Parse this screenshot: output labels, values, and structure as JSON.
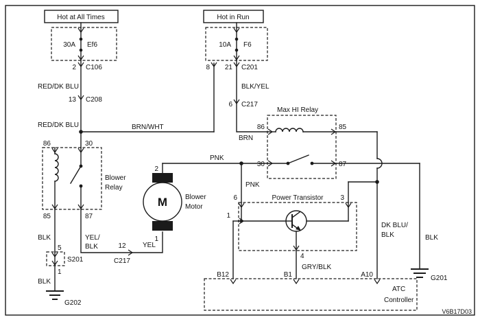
{
  "colors": {
    "line": "#1a1a1a",
    "background": "#ffffff"
  },
  "power": {
    "hot_all_times": "Hot at All Times",
    "hot_in_run": "Hot in Run"
  },
  "fuses": {
    "ef6": {
      "amps": "30A",
      "name": "Ef6"
    },
    "f6": {
      "amps": "10A",
      "name": "F6"
    }
  },
  "connectors": {
    "c106": {
      "pin": "2",
      "name": "C106"
    },
    "c208": {
      "pin": "13",
      "name": "C208"
    },
    "c201": {
      "pin_left": "8",
      "pin_right": "21",
      "name": "C201"
    },
    "c217_upper": {
      "pin": "6",
      "name": "C217"
    },
    "c217_lower": {
      "pin": "12",
      "name": "C217"
    },
    "s201": {
      "pin_top": "5",
      "pin_bottom": "1",
      "name": "S201"
    }
  },
  "wires": {
    "red_dk_blu_upper": "RED/DK BLU",
    "red_dk_blu_lower": "RED/DK BLU",
    "brn_wht": "BRN/WHT",
    "blk_yel": "BLK/YEL",
    "brn": "BRN",
    "pnk_horizontal": "PNK",
    "pnk_vertical": "PNK",
    "yel_blk_line1": "YEL/",
    "yel_blk_line2": "BLK",
    "yel": "YEL",
    "blk_left_upper": "BLK",
    "blk_left_lower": "BLK",
    "gry_blk": "GRY/BLK",
    "dk_blu_blk_line1": "DK BLU/",
    "dk_blu_blk_line2": "BLK",
    "blk_right": "BLK"
  },
  "blower_relay": {
    "title_line1": "Blower",
    "title_line2": "Relay",
    "pin_86": "86",
    "pin_30": "30",
    "pin_85": "85",
    "pin_87": "87"
  },
  "max_hi_relay": {
    "title": "Max HI Relay",
    "pin_86": "86",
    "pin_85": "85",
    "pin_30": "30",
    "pin_87": "87"
  },
  "blower_motor": {
    "symbol": "M",
    "title_line1": "Blower",
    "title_line2": "Motor",
    "pin_2": "2",
    "pin_1": "1"
  },
  "power_transistor": {
    "title": "Power Transistor",
    "pin_6": "6",
    "pin_3": "3",
    "pin_1": "1",
    "pin_4": "4"
  },
  "atc_controller": {
    "title_line1": "ATC",
    "title_line2": "Controller",
    "pin_b12": "B12",
    "pin_b1": "B1",
    "pin_a10": "A10"
  },
  "grounds": {
    "g202": "G202",
    "g201": "G201"
  },
  "doc_id": "V6B17D03"
}
